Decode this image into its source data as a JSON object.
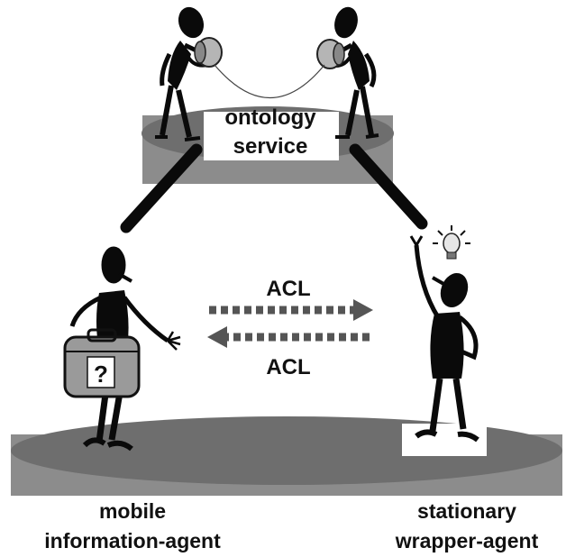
{
  "ontology": {
    "line1": "ontology",
    "line2": "service"
  },
  "acl": {
    "top": "ACL",
    "bottom": "ACL"
  },
  "mobile": {
    "line1": "mobile",
    "line2": "information-agent"
  },
  "stationary": {
    "line1": "stationary",
    "line2": "wrapper-agent"
  },
  "briefcase_mark": "?",
  "colors": {
    "platform_top": "#7a7a7a",
    "platform_side": "#8c8c8c",
    "figure": "#0a0a0a",
    "case": "#9a9a9a",
    "arrow": "#555555"
  }
}
